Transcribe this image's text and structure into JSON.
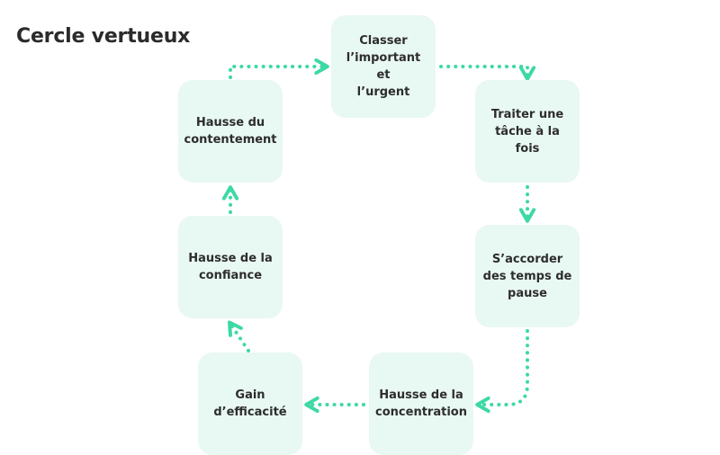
{
  "title": "Cercle vertueux",
  "colors": {
    "arrow": "#3dd9a3",
    "box": "#e8f8f2",
    "text": "#2d2d2d"
  },
  "nodes": [
    {
      "id": "classer",
      "lines": [
        "Classer",
        "l’important et",
        "l’urgent"
      ]
    },
    {
      "id": "traiter",
      "lines": [
        "Traiter une",
        "tâche à la fois"
      ]
    },
    {
      "id": "pause",
      "lines": [
        "S’accorder",
        "des temps de",
        "pause"
      ]
    },
    {
      "id": "concentration",
      "lines": [
        "Hausse de la",
        "concentration"
      ]
    },
    {
      "id": "efficacite",
      "lines": [
        "Gain",
        "d’efficacité"
      ]
    },
    {
      "id": "confiance",
      "lines": [
        "Hausse de la",
        "confiance"
      ]
    },
    {
      "id": "contentement",
      "lines": [
        "Hausse du",
        "contentement"
      ]
    }
  ]
}
